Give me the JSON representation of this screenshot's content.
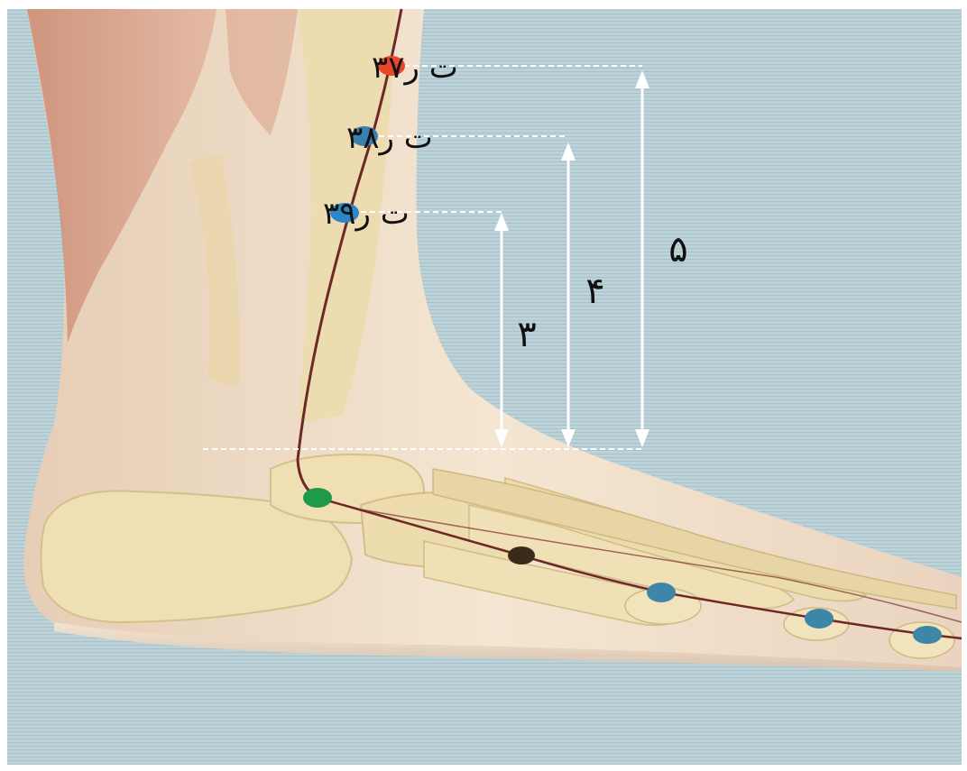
{
  "points": [
    {
      "id": "lr37",
      "label": "ت ر۳۷",
      "color": "#e8452a",
      "kind": "labeled"
    },
    {
      "id": "lr38",
      "label": "ت ر۳۸",
      "color": "#3b7fae",
      "kind": "labeled"
    },
    {
      "id": "lr39",
      "label": "ت ر۳۹",
      "color": "#2c86c8",
      "kind": "labeled"
    },
    {
      "id": "gb40",
      "color": "#1f9a4b",
      "kind": "unlabeled"
    },
    {
      "id": "foot-mid",
      "color": "#3a2a1a",
      "kind": "unlabeled"
    },
    {
      "id": "foot-toe-1",
      "color": "#3d86a8",
      "kind": "unlabeled"
    },
    {
      "id": "foot-toe-2",
      "color": "#3d86a8",
      "kind": "unlabeled"
    },
    {
      "id": "foot-toe-3",
      "color": "#3d86a8",
      "kind": "unlabeled"
    }
  ],
  "measurements": [
    {
      "id": "m3",
      "label": "۳",
      "from": "lr39"
    },
    {
      "id": "m4",
      "label": "۴",
      "from": "lr38"
    },
    {
      "id": "m5",
      "label": "۵",
      "from": "lr37"
    }
  ],
  "colors": {
    "background": "#b9cfd6",
    "skin": "#f1e4cf",
    "bone": "#ecdcae",
    "muscle": "#d99b86",
    "meridian": "#6e2828",
    "guide": "#ffffff"
  }
}
